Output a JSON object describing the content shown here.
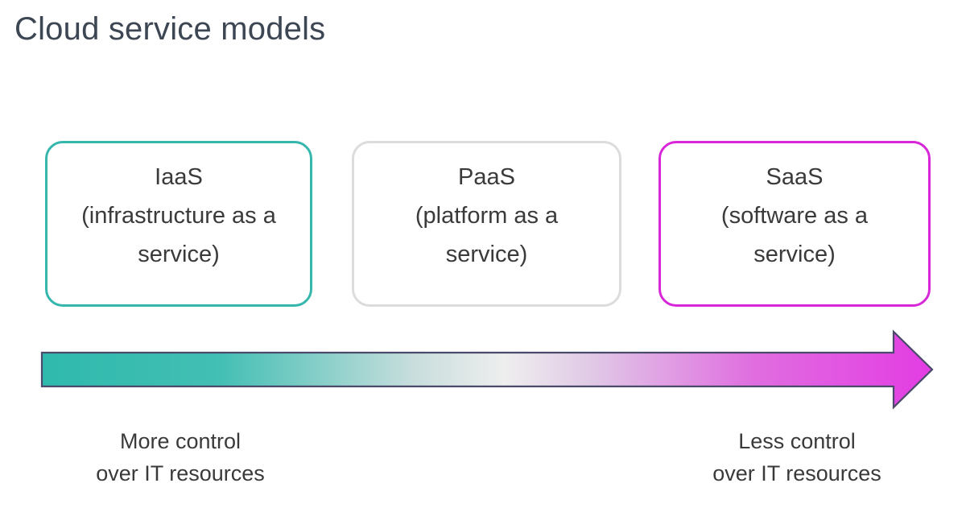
{
  "slide": {
    "title": "Cloud service models",
    "background_color": "#ffffff",
    "title_color": "#3d4653"
  },
  "models": [
    {
      "id": "iaas",
      "abbr": "IaaS",
      "expansion": "(infrastructure as a\nservice)",
      "text": "IaaS\n(infrastructure as a\nservice)",
      "border_color": "#35b7ad",
      "border_label": "teal"
    },
    {
      "id": "paas",
      "abbr": "PaaS",
      "expansion": "(platform as a\nservice)",
      "text": "PaaS\n(platform as a\nservice)",
      "border_color": "#dcdcdc",
      "border_label": "light-gray"
    },
    {
      "id": "saas",
      "abbr": "SaaS",
      "expansion": "(software as a\nservice)",
      "text": "SaaS\n(software as a\nservice)",
      "border_color": "#d827d8",
      "border_label": "magenta"
    }
  ],
  "arrow": {
    "name": "control-gradient-arrow",
    "direction": "left-to-right",
    "gradient_start_color": "#2fb9ad",
    "gradient_mid_color": "#f2f2f2",
    "gradient_end_color": "#e33ce3",
    "outline_color": "#4a4a6a"
  },
  "captions": {
    "left": {
      "line1": "More control",
      "line2": "over IT resources",
      "text": "More control\nover IT resources"
    },
    "right": {
      "line1": "Less control",
      "line2": "over IT resources",
      "text": "Less control\nover IT resources"
    }
  }
}
